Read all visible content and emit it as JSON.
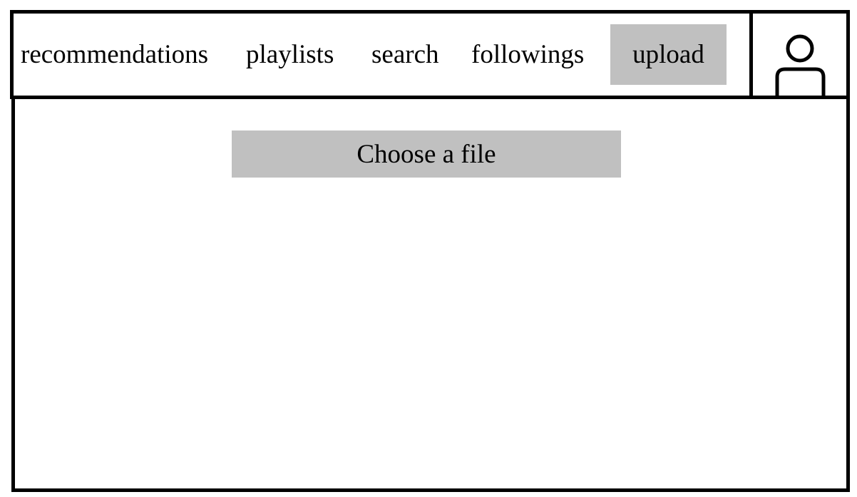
{
  "nav": {
    "items": [
      {
        "label": "recommendations"
      },
      {
        "label": "playlists"
      },
      {
        "label": "search"
      },
      {
        "label": "followings"
      },
      {
        "label": "upload",
        "active": true
      }
    ]
  },
  "profile": {
    "icon": "user-icon"
  },
  "upload_panel": {
    "choose_file_label": "Choose a file"
  },
  "colors": {
    "active_tab_background": "#c0c0c0",
    "button_background": "#c0c0c0",
    "border": "#000000"
  }
}
